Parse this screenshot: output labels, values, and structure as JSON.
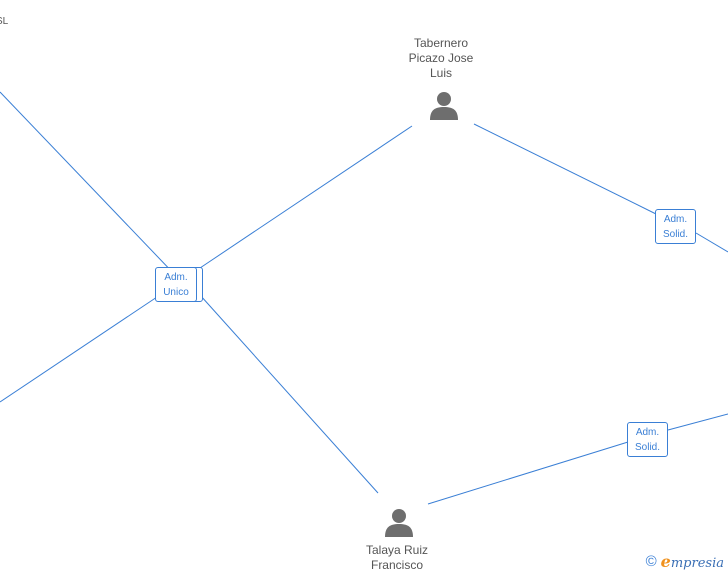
{
  "nodes": {
    "person_top": {
      "name": "Tabernero\nPicazo Jose\nLuis"
    },
    "person_bottom": {
      "name": "Talaya Ruiz\nFrancisco"
    },
    "clipped_top_left": {
      "text": "SL"
    }
  },
  "roles": {
    "center": {
      "label": "Adm.\nUnico"
    },
    "right_top": {
      "label": "Adm.\nSolid."
    },
    "right_bottom": {
      "label": "Adm.\nSolid."
    }
  },
  "brand": {
    "copyright": "©",
    "initial": "e",
    "rest": "mpresia"
  },
  "colors": {
    "edge": "#3a7fd5",
    "icon": "#6e6e6e",
    "text": "#555555"
  }
}
